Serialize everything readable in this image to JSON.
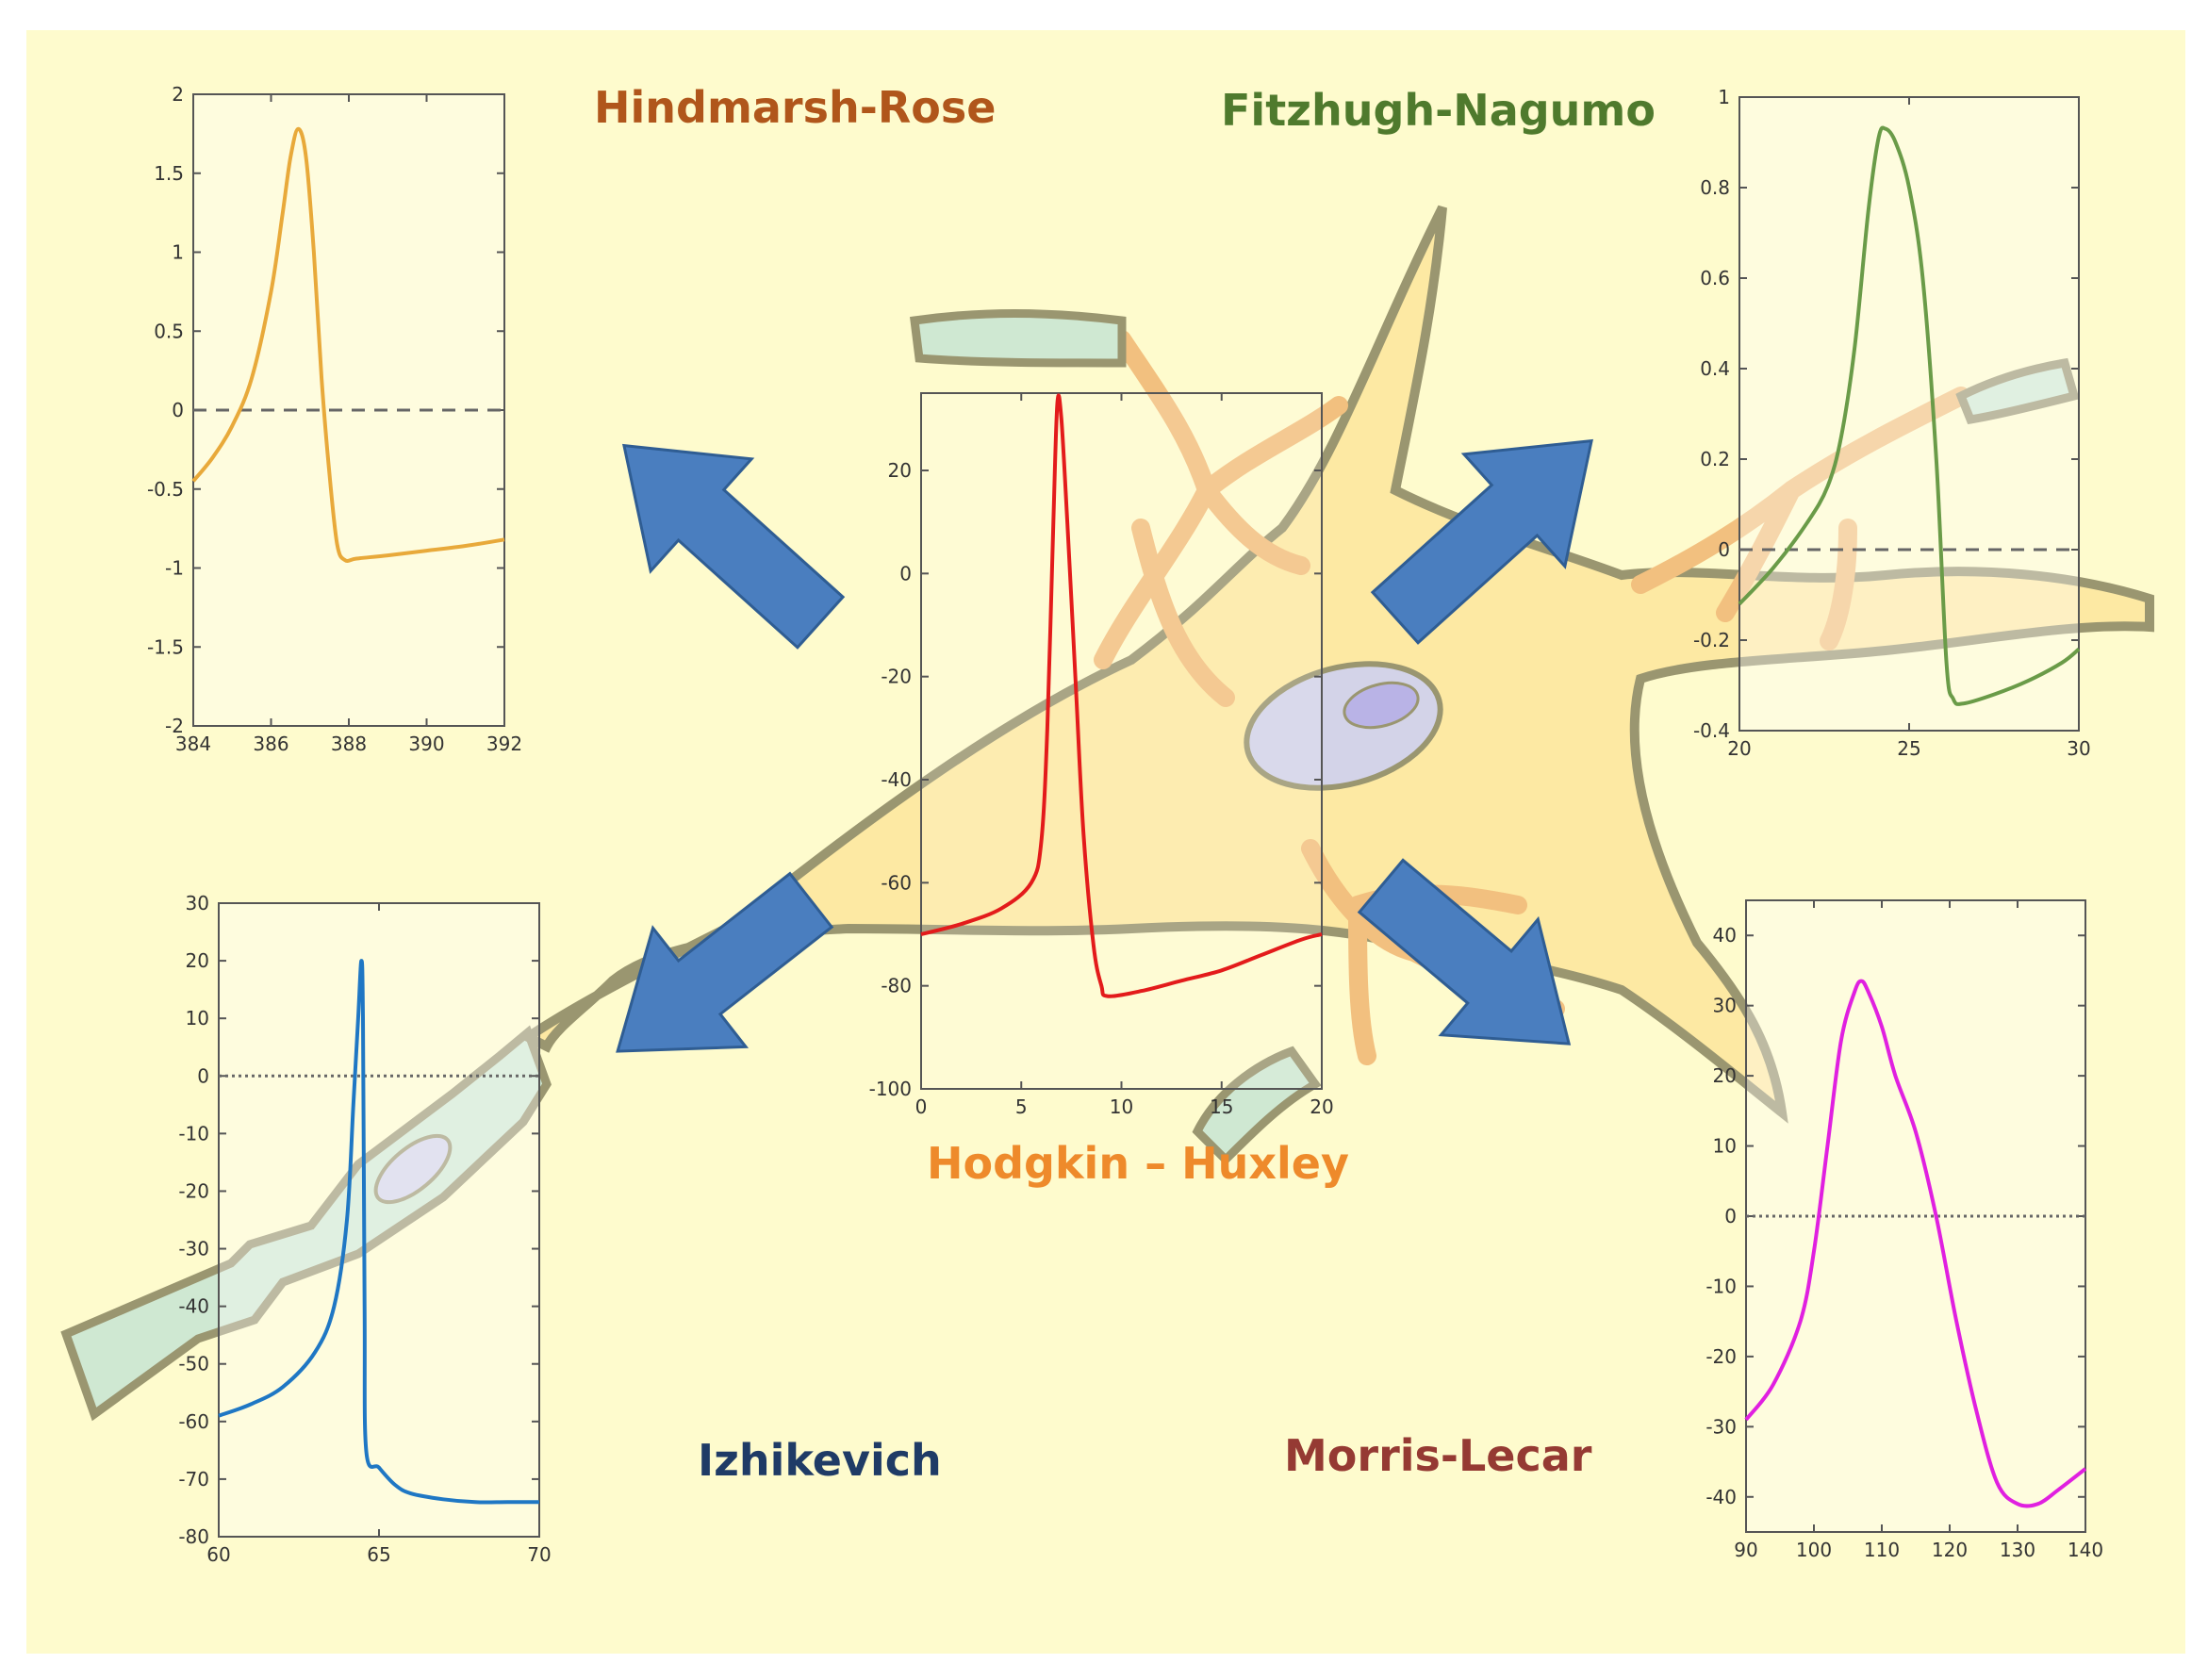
{
  "colors": {
    "background": "#fefbcd",
    "neuron_fill": "#fde9a3",
    "neuron_outline": "#9a9670",
    "dendrite": "#f2c07f",
    "dendrite_outline": "#d9a060",
    "myelin": "#cfe8d2",
    "nucleus": "#d3d3e8",
    "nucleolus": "#b9b3e6",
    "arrow": "#4a7ebf",
    "arrow_outline": "#2f5d93"
  },
  "titles": {
    "hindmarsh_rose": "Hindmarsh-Rose",
    "fitzhugh_nagumo": "Fitzhugh-Nagumo",
    "hodgkin_huxley": "Hodgkin – Huxley",
    "izhikevich": "Izhikevich",
    "morris_lecar": "Morris-Lecar"
  },
  "title_colors": {
    "hindmarsh_rose": "#b0561b",
    "fitzhugh_nagumo": "#4f7a2d",
    "hodgkin_huxley": "#ee8a2b",
    "izhikevich": "#1f3b66",
    "morris_lecar": "#953a33"
  },
  "chart_data": [
    {
      "id": "hindmarsh_rose",
      "type": "line",
      "xlim": [
        384,
        392
      ],
      "ylim": [
        -2,
        2
      ],
      "xticks": [
        384,
        386,
        388,
        390,
        392
      ],
      "yticks": [
        -2,
        -1.5,
        -1,
        -0.5,
        0,
        0.5,
        1,
        1.5,
        2
      ],
      "reference_line": {
        "y": 0,
        "style": "dashed"
      },
      "series": [
        {
          "color": "#e8a93a",
          "x": [
            384,
            384.5,
            385,
            385.5,
            386,
            386.3,
            386.5,
            386.7,
            386.9,
            387.1,
            387.3,
            387.5,
            387.7,
            387.9,
            388.2,
            389,
            390,
            391,
            392
          ],
          "y": [
            -0.45,
            -0.3,
            -0.1,
            0.2,
            0.75,
            1.25,
            1.6,
            1.78,
            1.6,
            1.0,
            0.2,
            -0.4,
            -0.85,
            -0.95,
            -0.94,
            -0.92,
            -0.89,
            -0.86,
            -0.82
          ]
        }
      ]
    },
    {
      "id": "fitzhugh_nagumo",
      "type": "line",
      "xlim": [
        20,
        30
      ],
      "ylim": [
        -0.4,
        1
      ],
      "xticks": [
        20,
        25,
        30
      ],
      "yticks": [
        -0.4,
        -0.2,
        0,
        0.2,
        0.4,
        0.6,
        0.8,
        1
      ],
      "reference_line": {
        "y": 0,
        "style": "dashed"
      },
      "series": [
        {
          "color": "#6a9b48",
          "x": [
            20,
            21,
            22,
            22.6,
            23,
            23.4,
            23.8,
            24.1,
            24.3,
            24.6,
            25,
            25.4,
            25.8,
            26.1,
            26.3,
            26.6,
            27.5,
            28.5,
            29.5,
            30
          ],
          "y": [
            -0.12,
            -0.04,
            0.06,
            0.14,
            0.25,
            0.45,
            0.75,
            0.91,
            0.93,
            0.9,
            0.8,
            0.6,
            0.2,
            -0.25,
            -0.33,
            -0.34,
            -0.32,
            -0.29,
            -0.25,
            -0.22
          ]
        }
      ]
    },
    {
      "id": "hodgkin_huxley",
      "type": "line",
      "xlim": [
        0,
        20
      ],
      "ylim": [
        -100,
        35
      ],
      "xticks": [
        0,
        5,
        10,
        15,
        20
      ],
      "yticks": [
        -100,
        -80,
        -60,
        -40,
        -20,
        0,
        20
      ],
      "series": [
        {
          "color": "#e31b1b",
          "x": [
            0,
            2,
            4,
            5.5,
            6,
            6.3,
            6.6,
            6.8,
            7.0,
            7.3,
            7.7,
            8.1,
            8.6,
            9.0,
            9.3,
            11,
            13,
            15,
            17,
            19,
            20
          ],
          "y": [
            -70,
            -68,
            -65,
            -60,
            -52,
            -30,
            10,
            33,
            30,
            10,
            -20,
            -50,
            -72,
            -80,
            -82,
            -81,
            -79,
            -77,
            -74,
            -71,
            -70
          ]
        }
      ]
    },
    {
      "id": "izhikevich",
      "type": "line",
      "xlim": [
        60,
        70
      ],
      "ylim": [
        -80,
        30
      ],
      "xticks": [
        60,
        65,
        70
      ],
      "yticks": [
        -80,
        -70,
        -60,
        -50,
        -40,
        -30,
        -20,
        -10,
        0,
        10,
        20,
        30
      ],
      "reference_line": {
        "y": 0,
        "style": "dotted"
      },
      "series": [
        {
          "color": "#1f77c4",
          "x": [
            60,
            61,
            62,
            63,
            63.6,
            64.0,
            64.2,
            64.35,
            64.45,
            64.5,
            64.55,
            64.6,
            65,
            65.5,
            66,
            67,
            68,
            69,
            70
          ],
          "y": [
            -59,
            -57,
            -54,
            -48,
            -40,
            -25,
            -5,
            10,
            20,
            10,
            -40,
            -65,
            -68,
            -71,
            -72.5,
            -73.5,
            -74,
            -74,
            -74
          ]
        }
      ]
    },
    {
      "id": "morris_lecar",
      "type": "line",
      "xlim": [
        90,
        140
      ],
      "ylim": [
        -45,
        45
      ],
      "xticks": [
        90,
        100,
        110,
        120,
        130,
        140
      ],
      "yticks": [
        -40,
        -30,
        -20,
        -10,
        0,
        10,
        20,
        30,
        40
      ],
      "reference_line": {
        "y": 0,
        "style": "dotted"
      },
      "series": [
        {
          "color": "#e020e0",
          "x": [
            90,
            94,
            98,
            100,
            102,
            104,
            106,
            107,
            108,
            110,
            112,
            115,
            118,
            121,
            124,
            127,
            130,
            133,
            136,
            140
          ],
          "y": [
            -29,
            -24,
            -15,
            -5,
            10,
            25,
            32,
            33.5,
            32,
            27,
            20,
            12,
            0,
            -15,
            -28,
            -38,
            -41,
            -41,
            -39,
            -36
          ]
        }
      ]
    }
  ]
}
